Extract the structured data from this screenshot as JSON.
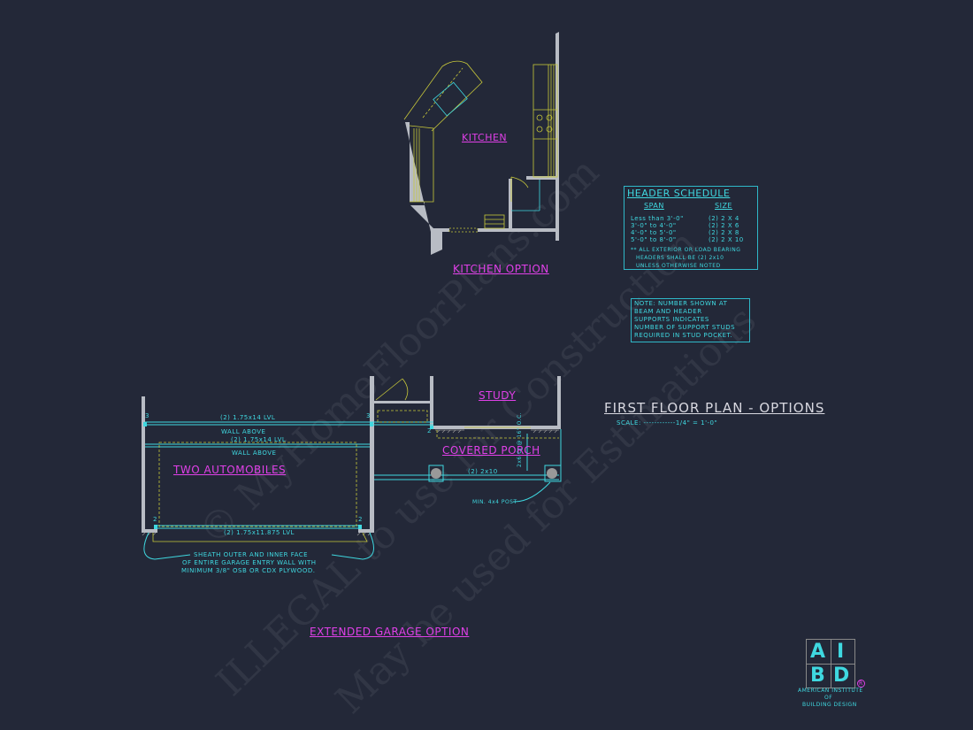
{
  "kitchen": {
    "room_label": "KITCHEN",
    "option_title": "KITCHEN OPTION"
  },
  "header_schedule": {
    "title": "HEADER SCHEDULE",
    "col_span": "SPAN",
    "col_size": "SIZE",
    "rows": [
      {
        "span": "Less than 3'-0\"",
        "size": "(2) 2 X 4"
      },
      {
        "span": "3'-0\" to 4'-0\"",
        "size": "(2) 2 X 6"
      },
      {
        "span": "4'-0\" to 5'-0\"",
        "size": "(2) 2 X 8"
      },
      {
        "span": "5'-0\" to 8'-0\"",
        "size": "(2) 2 X 10"
      }
    ],
    "footnote": [
      "** ALL EXTERIOR OR LOAD BEARING",
      "HEADERS SHALL BE (2) 2x10",
      "UNLESS OTHERWISE NOTED"
    ]
  },
  "note": [
    "NOTE: NUMBER SHOWN AT",
    "BEAM AND HEADER",
    "SUPPORTS INDICATES",
    "NUMBER OF SUPPORT STUDS",
    "REQUIRED IN STUD POCKET."
  ],
  "plan_title": {
    "title": "FIRST FLOOR PLAN - OPTIONS",
    "scale": "SCALE: ------------1/4\" = 1'-0\""
  },
  "garage": {
    "room_label": "TWO AUTOMOBILES",
    "beam1": "(2) 1.75x14 LVL",
    "wall_above1": "WALL ABOVE",
    "beam2": "(2) 1.75x14 LVL",
    "wall_above2": "WALL ABOVE",
    "beam3": "(2) 1.75x11.875 LVL",
    "sheath_note": [
      "SHEATH OUTER AND INNER FACE",
      "OF ENTIRE GARAGE ENTRY WALL WITH",
      "MINIMUM 3/8\" OSB OR CDX PLYWOOD."
    ],
    "stud_counts": [
      "3",
      "3",
      "2",
      "2",
      "2"
    ],
    "option_title": "EXTENDED GARAGE OPTION"
  },
  "study": {
    "room_label": "STUDY"
  },
  "porch": {
    "room_label": "COVERED PORCH",
    "beam": "(2) 2x10",
    "post_note": "MIN. 4x4 POST",
    "joist": "2x6 CJ @ 16\" O.C."
  },
  "logo": {
    "letters": [
      "A",
      "I",
      "B",
      "D"
    ],
    "lines": [
      "AMERICAN INSTITUTE",
      "OF",
      "BUILDING DESIGN"
    ],
    "registered": "R"
  },
  "watermark": [
    "© MyHomeFloorPlans.com",
    "ILLEGAL to use for Construction",
    "May be used for Estimations"
  ],
  "colors": {
    "background": "#232838",
    "wall": "#b8bcc4",
    "beam": "#3fd8e0",
    "cabinet": "#c8c83a",
    "label": "#e040e8"
  }
}
